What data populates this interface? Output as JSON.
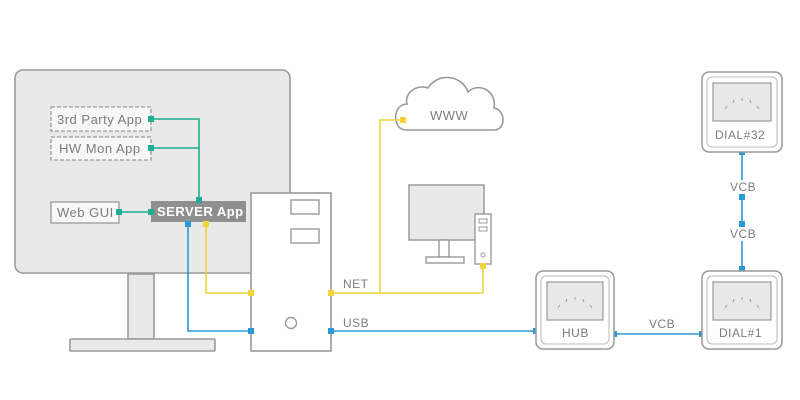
{
  "apps": {
    "third_party": "3rd Party App",
    "hw_mon": "HW Mon App",
    "web_gui": "Web GUI",
    "server": "SERVER App"
  },
  "labels": {
    "www": "WWW",
    "net": "NET",
    "usb": "USB",
    "hub": "HUB",
    "vcb_hub_dial": "VCB",
    "vcb_upper": "VCB",
    "vcb_lower": "VCB",
    "dial_1": "DIAL#1",
    "dial_32": "DIAL#32"
  },
  "colors": {
    "net_line": "#f2d33a",
    "usb_line": "#2a9ad4",
    "app_line": "#1fae8f",
    "device_gray": "#9a9a9a",
    "screen_fill": "#e9e9e9"
  }
}
